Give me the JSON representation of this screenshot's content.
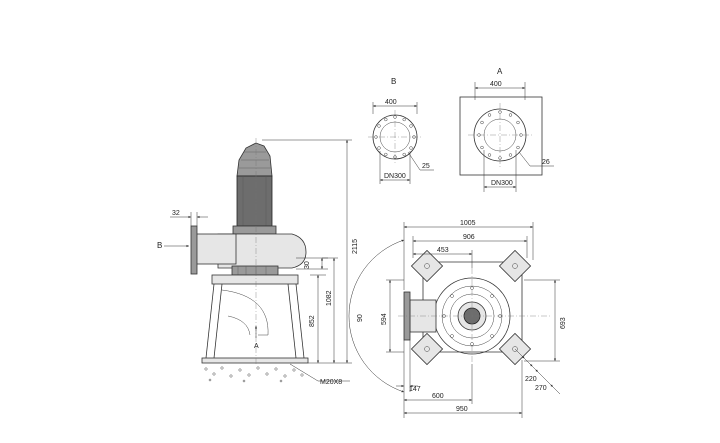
{
  "views": {
    "side": {
      "flange_thickness": "32",
      "view_marker_b": "B",
      "base_label": "A",
      "dim_overall_height": "2115",
      "dim_30": "30",
      "dim_1082": "1082",
      "dim_852": "852",
      "bolt_spec": "M20X8"
    },
    "detail_b": {
      "title": "B",
      "width": "400",
      "nominal": "DN300",
      "hole": "25"
    },
    "detail_a": {
      "title": "A",
      "width": "400",
      "nominal": "DN300",
      "hole": "26"
    },
    "plan": {
      "dim_1005": "1005",
      "dim_906": "906",
      "dim_453": "453",
      "dim_594": "594",
      "angle": "90",
      "dim_693": "693",
      "dim_147": "147",
      "dim_600": "600",
      "dim_950": "950",
      "dim_220": "220",
      "dim_270": "270"
    }
  }
}
